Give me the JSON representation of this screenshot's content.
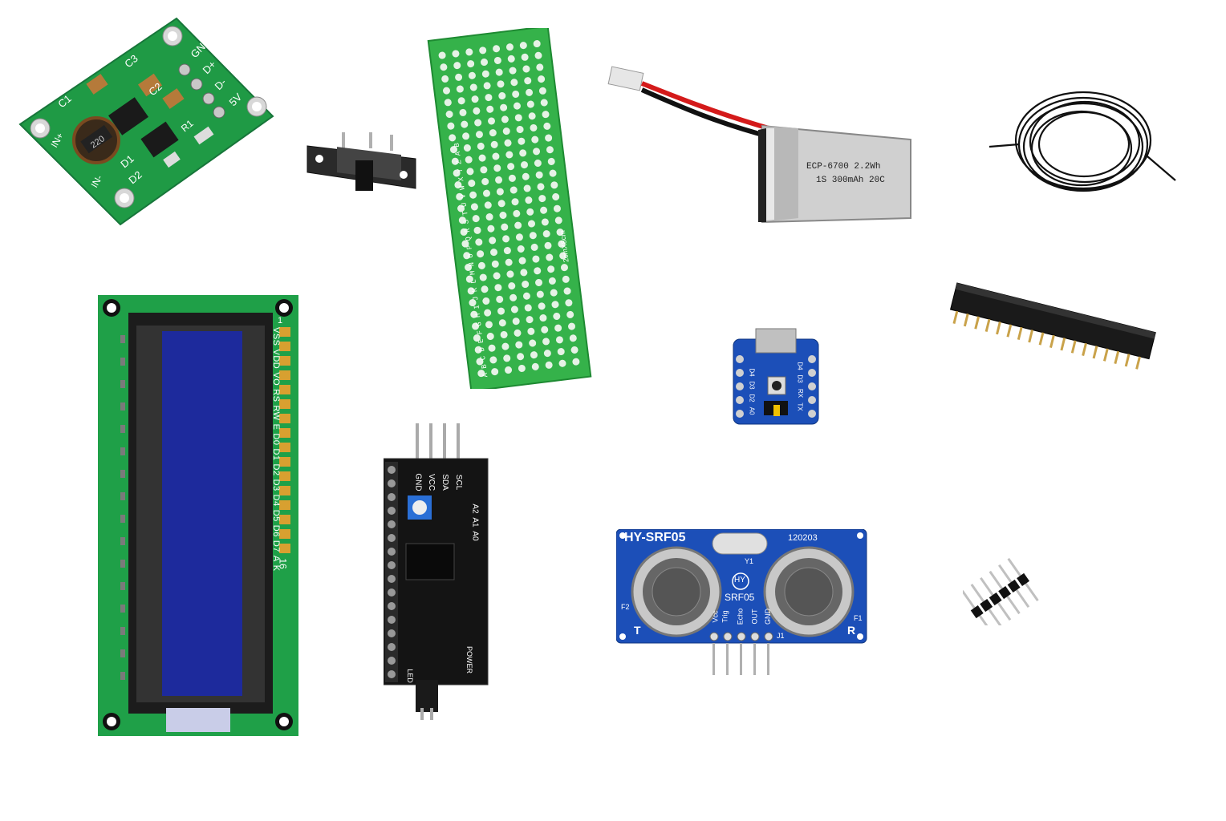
{
  "boost_module": {
    "labels": [
      "GND",
      "D+",
      "D-",
      "5V",
      "C1",
      "C3",
      "C2",
      "IN+",
      "IN-",
      "D1",
      "D2",
      "R1"
    ],
    "inductor_label": "220"
  },
  "breadboard": {
    "row_letters": "ABCDEFGHIJKLMNOPQRSTUVWXYZAB",
    "size_label": "2cmX8cm"
  },
  "battery": {
    "line1": "ECP-6700 2.2Wh",
    "line2": "1S 300mAh 20C"
  },
  "lcd": {
    "pin_labels": [
      "VSS",
      "VDD",
      "VO",
      "RS",
      "RW",
      "E",
      "D0",
      "D1",
      "D2",
      "D3",
      "D4",
      "D5",
      "D6",
      "D7",
      "A",
      "K"
    ],
    "pin_first": "1",
    "pin_last": "16"
  },
  "i2c_backpack": {
    "pin_labels": [
      "GND",
      "VCC",
      "SDA",
      "SCL"
    ],
    "address_labels": [
      "A0",
      "A1",
      "A2"
    ],
    "led_label": "LED",
    "power_label": "POWER"
  },
  "micro_board": {
    "left_labels": [
      "D4",
      "D3",
      "D2",
      "A0"
    ],
    "right_labels": [
      "D4",
      "D3",
      "RX",
      "TX"
    ]
  },
  "ultrasonic": {
    "model": "HY-SRF05",
    "code": "120203",
    "crystal_label": "Y1",
    "logo": "HY",
    "center_label": "SRF05",
    "pin_labels": [
      "Vcc",
      "Trig",
      "Echo",
      "OUT",
      "GND"
    ],
    "t_label": "T",
    "r_label": "R",
    "f1": "F1",
    "f2": "F2",
    "j1": "J1"
  },
  "colors": {
    "pcb_green": "#1f9a45",
    "lcd_blue": "#1d2a9c",
    "pcb_blue": "#1c4fb8",
    "backpack_black": "#141414"
  }
}
